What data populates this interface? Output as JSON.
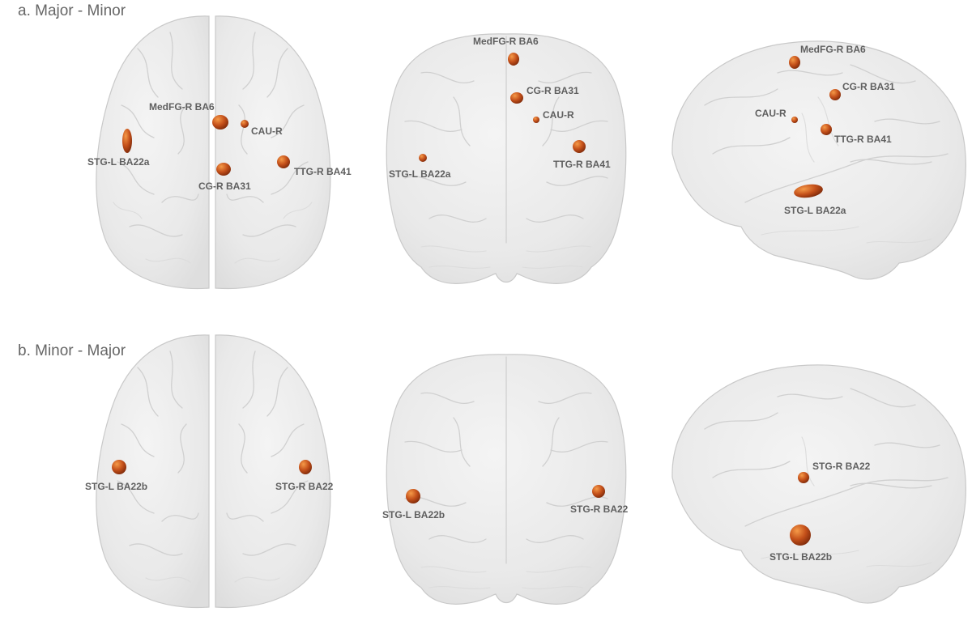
{
  "panels": [
    {
      "title": "a. Major - Minor",
      "views": [
        {
          "view": "axial",
          "regions": [
            {
              "label": "MedFG-R BA6",
              "size": "medium"
            },
            {
              "label": "CAU-R",
              "size": "small"
            },
            {
              "label": "STG-L BA22a",
              "size": "elongated"
            },
            {
              "label": "TTG-R BA41",
              "size": "medium"
            },
            {
              "label": "CG-R BA31",
              "size": "medium"
            }
          ]
        },
        {
          "view": "coronal",
          "regions": [
            {
              "label": "MedFG-R BA6",
              "size": "medium"
            },
            {
              "label": "CG-R BA31",
              "size": "medium"
            },
            {
              "label": "CAU-R",
              "size": "small"
            },
            {
              "label": "STG-L BA22a",
              "size": "small"
            },
            {
              "label": "TTG-R BA41",
              "size": "medium"
            }
          ]
        },
        {
          "view": "sagittal",
          "regions": [
            {
              "label": "MedFG-R BA6",
              "size": "medium"
            },
            {
              "label": "CG-R BA31",
              "size": "medium"
            },
            {
              "label": "CAU-R",
              "size": "small"
            },
            {
              "label": "TTG-R BA41",
              "size": "medium"
            },
            {
              "label": "STG-L BA22a",
              "size": "elongated"
            }
          ]
        }
      ]
    },
    {
      "title": "b. Minor - Major",
      "views": [
        {
          "view": "axial",
          "regions": [
            {
              "label": "STG-L BA22b",
              "size": "medium"
            },
            {
              "label": "STG-R BA22",
              "size": "medium"
            }
          ]
        },
        {
          "view": "coronal",
          "regions": [
            {
              "label": "STG-L BA22b",
              "size": "medium"
            },
            {
              "label": "STG-R BA22",
              "size": "medium"
            }
          ]
        },
        {
          "view": "sagittal",
          "regions": [
            {
              "label": "STG-R BA22",
              "size": "medium"
            },
            {
              "label": "STG-L BA22b",
              "size": "large"
            }
          ]
        }
      ]
    }
  ],
  "colors": {
    "blob": "#c4501a",
    "blob_highlight": "#f08a3c",
    "blob_shadow": "#8a2e0c",
    "brain": "#ebebeb",
    "label": "#5f5f5f"
  }
}
